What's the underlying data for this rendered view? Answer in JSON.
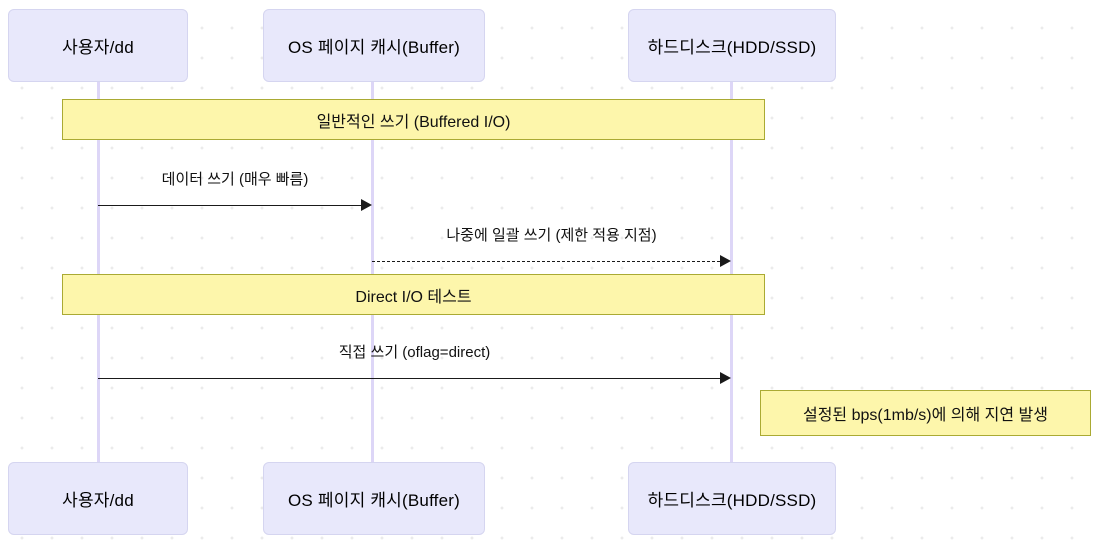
{
  "diagram": {
    "type": "sequence-diagram",
    "colors": {
      "participant_fill": "#e8e8fb",
      "participant_border": "#d5d5f0",
      "lifeline": "#ddd6f7",
      "section_fill": "#fdf6ab",
      "section_border": "#aaaa33",
      "note_fill": "#fdf6ab",
      "note_border": "#aaaa33",
      "arrow": "#1a1a1a",
      "background": "#ffffff",
      "grid_dot": "#ebebeb"
    },
    "participants": [
      {
        "id": "user",
        "label": "사용자/dd"
      },
      {
        "id": "pagecache",
        "label": "OS 페이지 캐시(Buffer)"
      },
      {
        "id": "disk",
        "label": "하드디스크(HDD/SSD)"
      }
    ],
    "sections": [
      {
        "id": "buffered-io",
        "label": "일반적인 쓰기 (Buffered I/O)"
      },
      {
        "id": "direct-io",
        "label": "Direct I/O 테스트"
      }
    ],
    "messages": [
      {
        "id": "msg-write-data",
        "label": "데이터 쓰기 (매우 빠름)",
        "from": "user",
        "to": "pagecache",
        "style": "solid"
      },
      {
        "id": "msg-batch-flush",
        "label": "나중에 일괄 쓰기 (제한 적용 지점)",
        "from": "pagecache",
        "to": "disk",
        "style": "dashed"
      },
      {
        "id": "msg-direct-write",
        "label": "직접 쓰기 (oflag=direct)",
        "from": "user",
        "to": "disk",
        "style": "solid"
      }
    ],
    "notes": [
      {
        "id": "note-bps-delay",
        "label": "설정된 bps(1mb/s)에 의해 지연 발생",
        "attached_to": "disk"
      }
    ]
  }
}
